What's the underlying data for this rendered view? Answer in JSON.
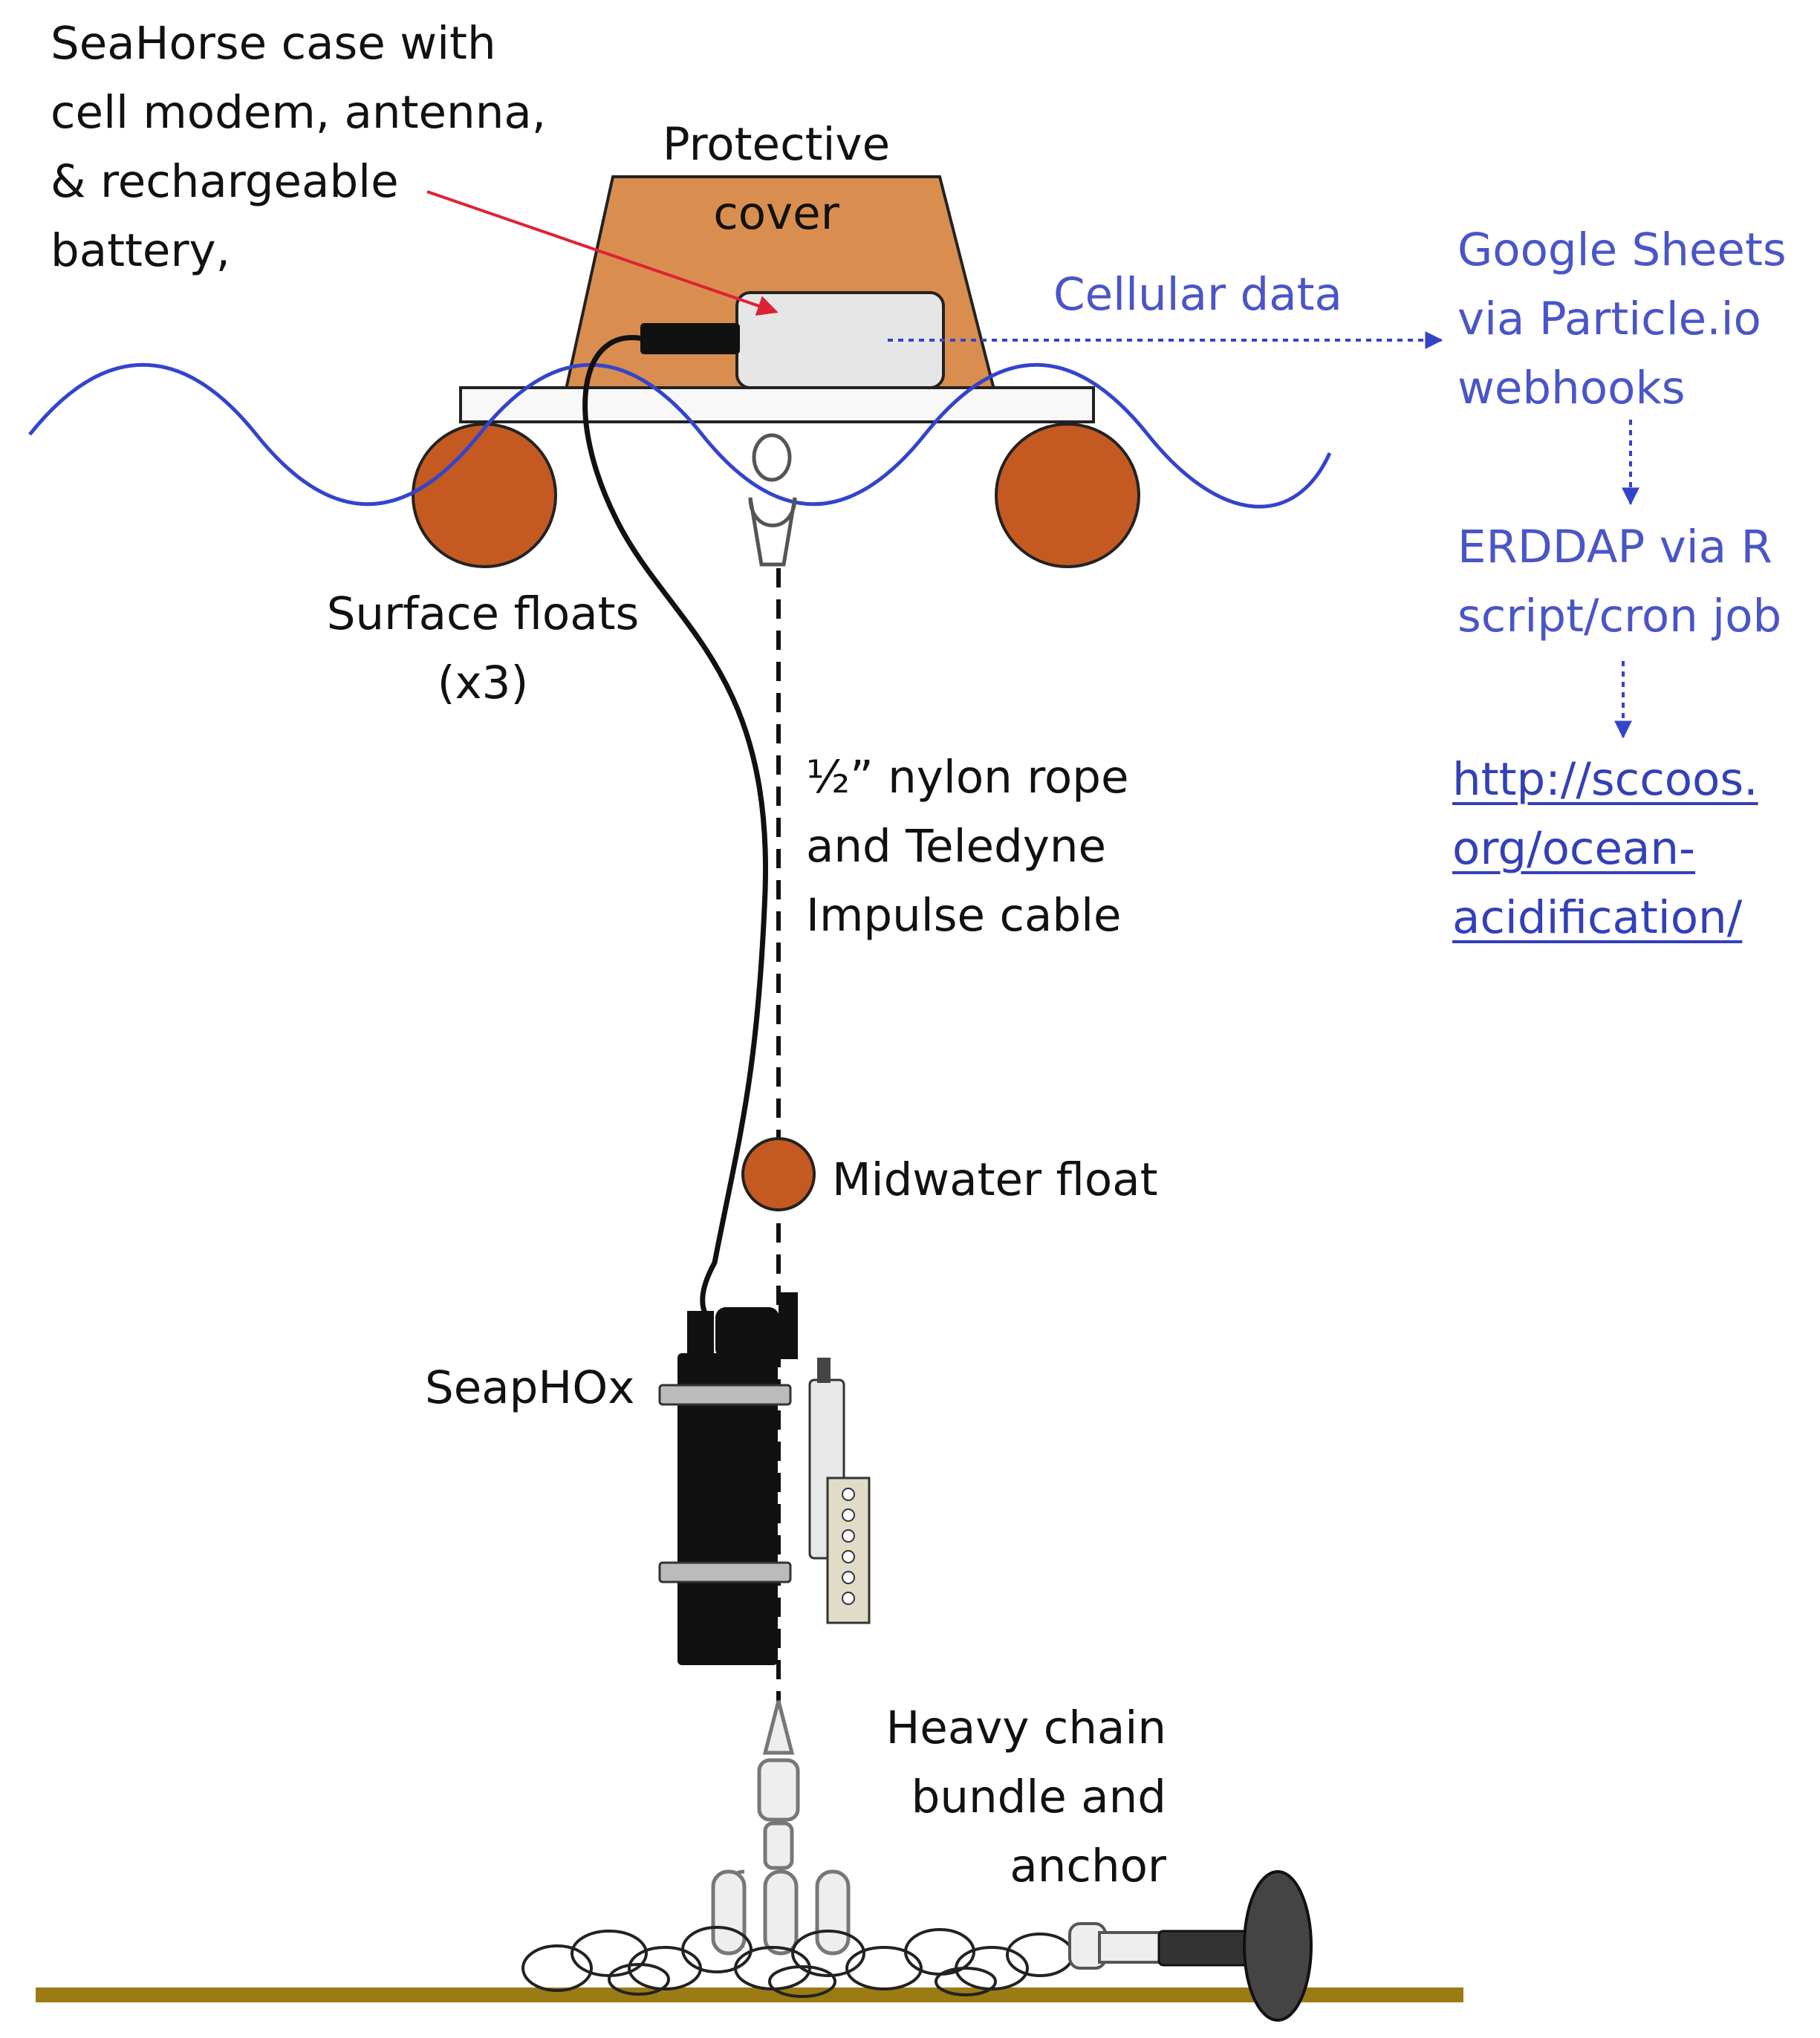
{
  "labels": {
    "seahorse_case": [
      "SeaHorse case with",
      "cell modem, antenna,",
      "& rechargeable",
      "battery,"
    ],
    "protective_cover": [
      "Protective",
      "cover"
    ],
    "cellular_data": "Cellular data",
    "google_sheets": [
      "Google Sheets",
      "via Particle.io",
      "webhooks"
    ],
    "erddap": [
      "ERDDAP via R",
      "script/cron job"
    ],
    "url": [
      "http://sccoos.",
      "org/ocean-",
      "acidification/"
    ],
    "surface_floats": [
      "Surface floats",
      "(x3)"
    ],
    "rope_cable": [
      "½” nylon rope",
      "and Teledyne",
      "Impulse cable"
    ],
    "midwater_float": "Midwater float",
    "seaphox": "SeapHOx",
    "chain_anchor": [
      "Heavy chain",
      "bundle and",
      "anchor"
    ]
  },
  "colors": {
    "cover": "#d98e4f",
    "float": "#c45a21",
    "water_line": "#3344cc",
    "data_flow": "#3344cc",
    "label_blue": "#4a55c8",
    "seafloor": "#9a7b14",
    "pointer_arrow": "#dd2233",
    "instrument": "#111111"
  }
}
